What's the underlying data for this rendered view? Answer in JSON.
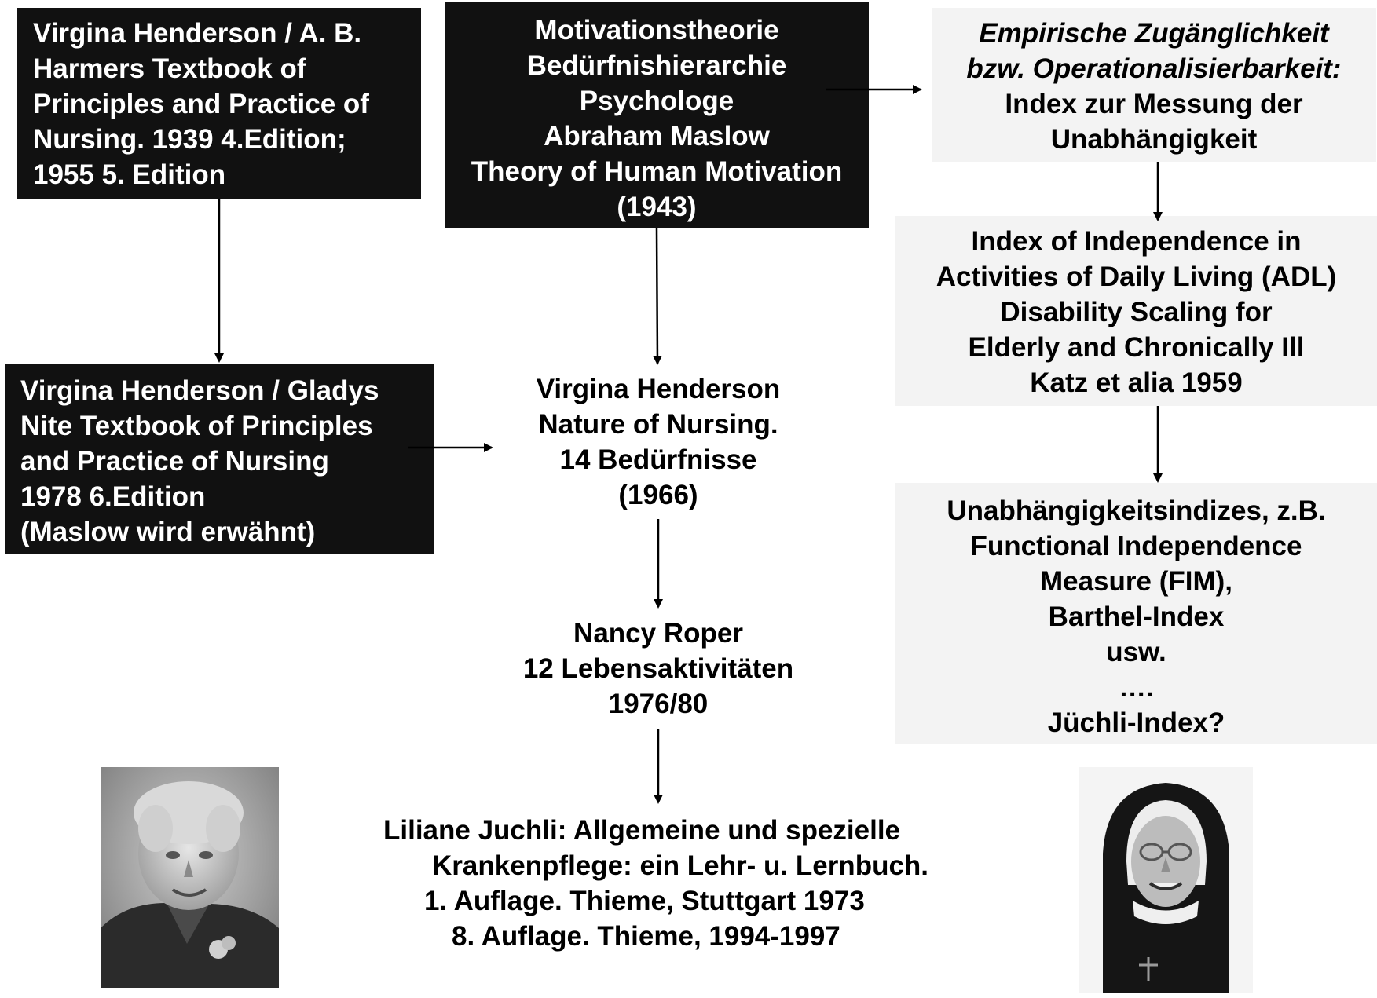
{
  "boxes": {
    "henderson_harmer": [
      "Virgina Henderson / A. B.",
      "Harmers Textbook of",
      "Principles and Practice of",
      "Nursing. 1939 4.Edition;",
      "1955 5. Edition"
    ],
    "maslow": [
      "Motivationstheorie",
      "Bedürfnishierarchie",
      "Psychologe",
      "Abraham Maslow",
      "Theory of Human Motivation",
      "(1943)"
    ],
    "empirical": {
      "italic_lines": [
        "Empirische Zugänglichkeit",
        "bzw. Operationalisierbarkeit:"
      ],
      "lines": [
        "Index zur Messung der",
        "Unabhängigkeit"
      ]
    },
    "katz": [
      "Index of Independence in",
      "Activities of Daily Living (ADL)",
      "Disability Scaling for",
      "Elderly and Chronically Ill",
      "Katz et alia 1959"
    ],
    "henderson_nite": [
      "Virgina Henderson / Gladys",
      "Nite Textbook of Principles",
      "and Practice of Nursing",
      "1978 6.Edition",
      "(Maslow wird erwähnt)"
    ],
    "nature_of_nursing": [
      "Virgina Henderson",
      "Nature of Nursing.",
      "14 Bedürfnisse",
      "(1966)"
    ],
    "roper": [
      "Nancy Roper",
      "12 Lebensaktivitäten",
      "1976/80"
    ],
    "indices": [
      "Unabhängigkeitsindizes, z.B.",
      "Functional Independence",
      "Measure (FIM),",
      "Barthel-Index",
      "usw.",
      "….",
      "Jüchli-Index?"
    ],
    "juchli": [
      "Liliane Juchli: Allgemeine und spezielle",
      "Krankenpflege: ein Lehr- u. Lernbuch.",
      "1. Auflage. Thieme, Stuttgart 1973",
      "8. Auflage. Thieme, 1994-1997"
    ]
  },
  "photos": {
    "left": "portrait-elderly-woman",
    "right": "portrait-nun"
  },
  "colors": {
    "dark_box": "#111111",
    "light_box": "#f3f3f3",
    "text_on_dark": "#ffffff",
    "text": "#000000"
  }
}
